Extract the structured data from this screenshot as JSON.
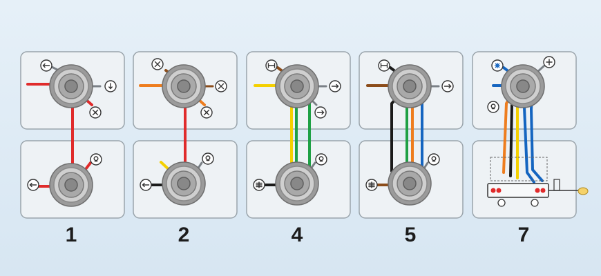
{
  "diagram": {
    "colors": {
      "red": "#e02b2b",
      "orange": "#ee7d1e",
      "yellow": "#f4d000",
      "green": "#1ea044",
      "brown": "#8b4c1a",
      "black": "#1a1a1a",
      "blue": "#1565c0",
      "grey": "#7a8086",
      "socket": "#7d7d7d",
      "panel": "#eef2f5",
      "panel_border": "#9aa4ab"
    },
    "panels": [
      {
        "label": "1",
        "wires": [
          "red"
        ]
      },
      {
        "label": "2",
        "wires": [
          "red",
          "orange",
          "yellow",
          "black",
          "grey"
        ]
      },
      {
        "label": "4",
        "wires": [
          "yellow",
          "green",
          "brown",
          "black",
          "grey"
        ]
      },
      {
        "label": "5",
        "wires": [
          "black",
          "green",
          "orange",
          "blue",
          "brown"
        ]
      },
      {
        "label": "7",
        "wires": [
          "orange",
          "black",
          "yellow",
          "blue"
        ]
      }
    ]
  }
}
